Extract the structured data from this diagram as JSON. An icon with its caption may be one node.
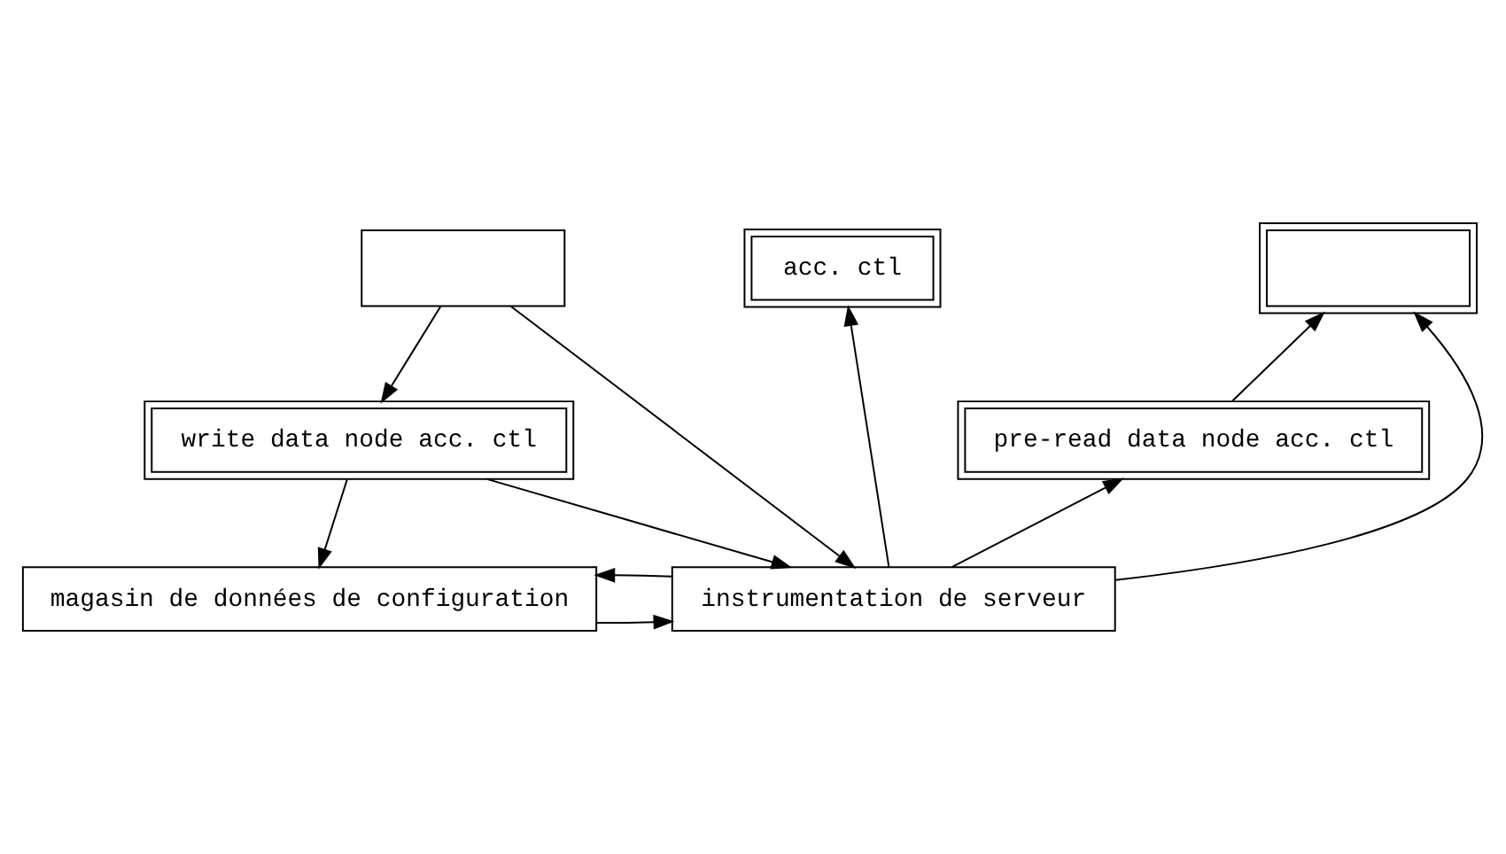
{
  "diagram": {
    "nodes": [
      {
        "text": [],
        "shape": "box"
      },
      {
        "text": [
          "acc. ctl"
        ]
      },
      {
        "text": [],
        "shape": "box"
      },
      {
        "text": [
          "write data node acc. ctl"
        ]
      },
      {
        "text": [
          "pre-read data node acc. ctl"
        ]
      },
      {
        "text": [
          "magasin de données de configuration"
        ]
      },
      {
        "text": [
          "instrumentation de serveur"
        ]
      }
    ],
    "edges": [
      {
        "from": 0,
        "to": 3,
        "arrow": "to"
      },
      {
        "from": 0,
        "to": 6,
        "arrow": "to"
      },
      {
        "from": 3,
        "to": 6,
        "arrow": "to"
      },
      {
        "from": 6,
        "to": 1,
        "arrow": "to"
      },
      {
        "from": 6,
        "to": 2,
        "arrow": "to"
      },
      {
        "from": 4,
        "to": 2,
        "arrow": "to"
      },
      {
        "from": 6,
        "to": 4,
        "arrow": "to"
      },
      {
        "from": 3,
        "to": 5,
        "arrow": "to"
      },
      {
        "from": 5,
        "to": 6,
        "arrow": "to"
      },
      {
        "from": 6,
        "to": 5,
        "arrow": "to"
      }
    ]
  }
}
